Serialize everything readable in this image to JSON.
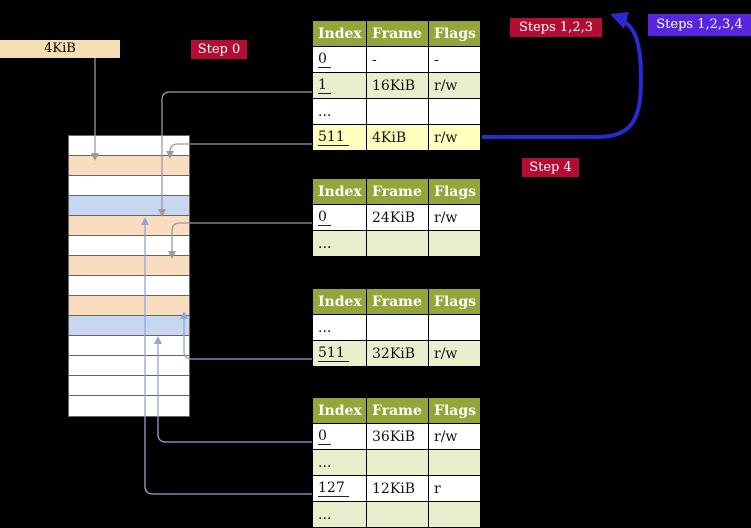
{
  "cr3_box": {
    "label": "4KiB"
  },
  "badges": {
    "step0": "Step 0",
    "steps123": "Steps 1,2,3",
    "steps1234": "Steps 1,2,3,4",
    "step4": "Step 4"
  },
  "table_headers": [
    "Index",
    "Frame",
    "Flags"
  ],
  "tables": [
    {
      "id": "level-4-page-table",
      "rows": [
        [
          "0",
          "-",
          "-"
        ],
        [
          "1",
          "16KiB",
          "r/w"
        ],
        [
          "...",
          "",
          ""
        ],
        [
          "511",
          "4KiB",
          "r/w"
        ]
      ]
    },
    {
      "id": "level-3-page-table",
      "rows": [
        [
          "0",
          "24KiB",
          "r/w"
        ],
        [
          "...",
          "",
          ""
        ]
      ]
    },
    {
      "id": "level-2-page-table",
      "rows": [
        [
          "...",
          "",
          ""
        ],
        [
          "511",
          "32KiB",
          "r/w"
        ]
      ]
    },
    {
      "id": "level-1-page-table",
      "rows": [
        [
          "0",
          "36KiB",
          "r/w"
        ],
        [
          "...",
          "",
          ""
        ],
        [
          "127",
          "12KiB",
          "r"
        ],
        [
          "...",
          "",
          ""
        ]
      ]
    }
  ],
  "memory_column": {
    "rows": [
      "white",
      "peach",
      "white",
      "blue",
      "peach",
      "white",
      "peach",
      "white",
      "peach",
      "blue",
      "white",
      "white",
      "white",
      "white"
    ],
    "colors": {
      "white": "#ffffff",
      "peach": "#fadcbe",
      "blue": "#c7d7ef"
    }
  },
  "colors": {
    "background": "#000000",
    "badge_red": "#b30d33",
    "badge_purple": "#5726dd",
    "loop_arrow_blue": "#2a2ad0",
    "connector_gray": "#9b9b9b",
    "connector_blue": "#8fa6d9",
    "table_header_green": "#96a43a",
    "table_row_green": "#e9eecd",
    "highlight_yellow": "#ffffbe",
    "frame_peach": "#fadcbe",
    "frame_blue": "#c7d7ef",
    "cr3_box_wheat": "#f5deb3"
  }
}
